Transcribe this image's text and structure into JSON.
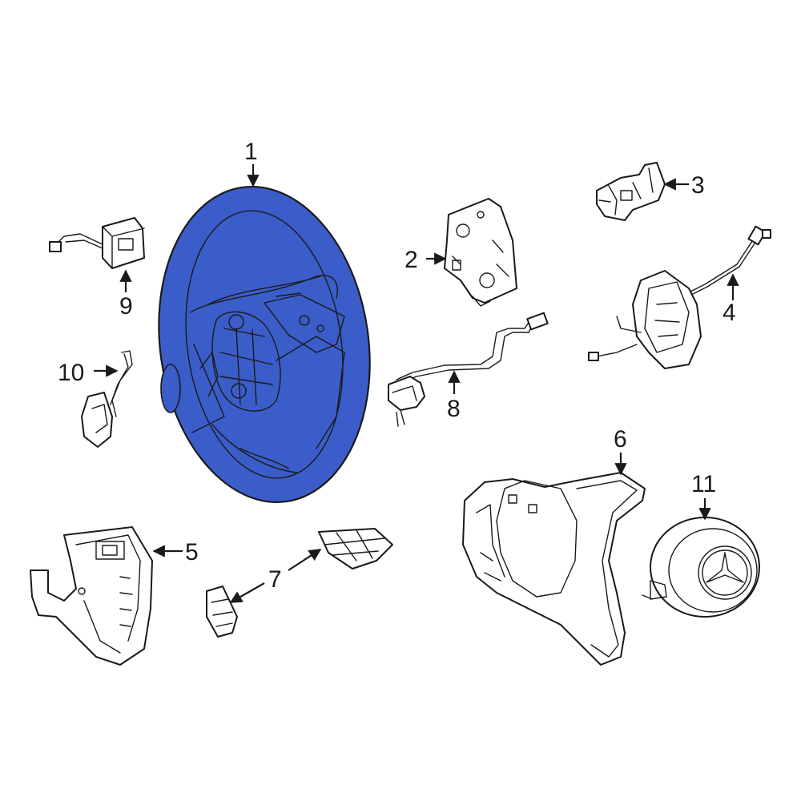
{
  "callouts": [
    {
      "id": "1",
      "text": "1"
    },
    {
      "id": "2",
      "text": "2"
    },
    {
      "id": "3",
      "text": "3"
    },
    {
      "id": "4",
      "text": "4"
    },
    {
      "id": "5",
      "text": "5"
    },
    {
      "id": "6",
      "text": "6"
    },
    {
      "id": "7",
      "text": "7"
    },
    {
      "id": "8",
      "text": "8"
    },
    {
      "id": "9",
      "text": "9"
    },
    {
      "id": "10",
      "text": "10"
    },
    {
      "id": "11",
      "text": "11"
    }
  ],
  "colors": {
    "highlight": "#3b5dc9",
    "line": "#1a1a1a",
    "background": "#ffffff"
  }
}
